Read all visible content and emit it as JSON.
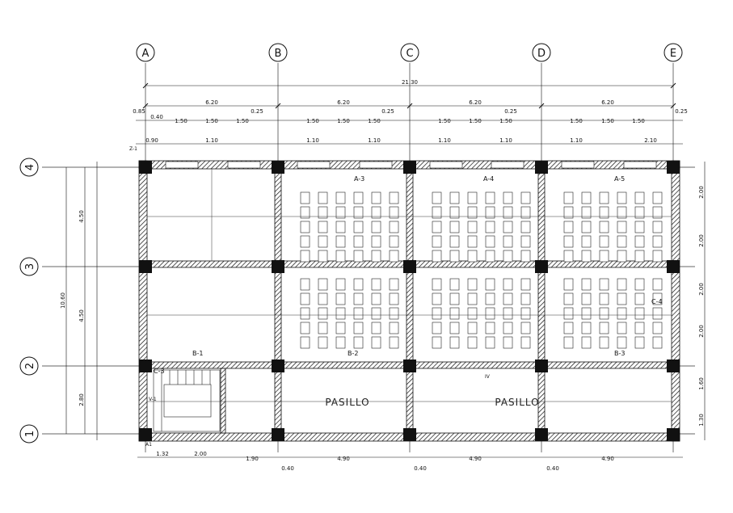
{
  "axes_x": [
    "A",
    "B",
    "C",
    "D",
    "E"
  ],
  "axes_y": [
    "4",
    "3",
    "2",
    "1"
  ],
  "overall_width": "21.30",
  "bay_widths": [
    "6.20",
    "6.20",
    "6.20",
    "6.20"
  ],
  "overall_height": "10.60",
  "bay_heights": [
    "4.50",
    "4.50",
    "2.80"
  ],
  "bottom_dims": [
    "1.32",
    "2.00",
    "1.90",
    "4.90",
    "4.90",
    "4.90"
  ],
  "bottom_offsets": [
    "0.40",
    "0.40",
    "0.40"
  ],
  "right_dims": [
    "2.00",
    "2.00",
    "2.00",
    "2.00",
    "1.60",
    "1.30"
  ],
  "top_sub_dims": [
    "1.50",
    "1.50",
    "1.50",
    "1.50",
    "1.50",
    "1.50",
    "1.50",
    "1.50",
    "1.50",
    "1.50",
    "1.50",
    "1.50"
  ],
  "top_win_dims": [
    "0.90",
    "1.10",
    "1.10",
    "1.10",
    "1.10",
    "1.10",
    "1.10",
    "2.10"
  ],
  "top_small": [
    "0.85",
    "0.40",
    "0.25",
    "0.25",
    "0.25",
    "0.25"
  ],
  "room_labels": [
    "PASILLO",
    "PASILLO"
  ],
  "area_tags": [
    "A-3",
    "A-4",
    "A-5",
    "B-1",
    "B-2",
    "B-3",
    "C-3",
    "C-4"
  ],
  "col_tag": "Z-1",
  "foot_tag": "A1",
  "win_tag": "V-1",
  "door_tag": "IV"
}
